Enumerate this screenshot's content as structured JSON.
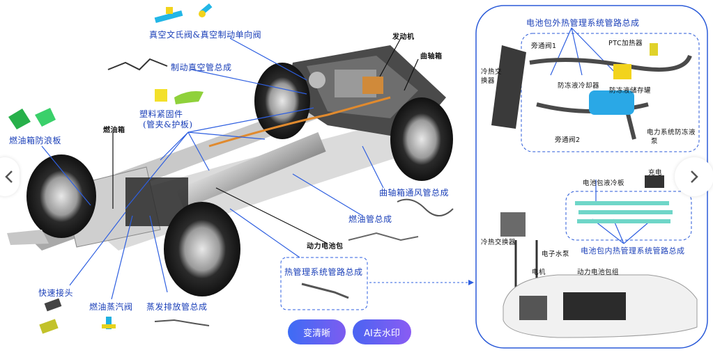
{
  "labels": {
    "vacuum_valve": "真空文氏阀&真空制动单向阀",
    "brake_vacuum_tube": "制动真空管总成",
    "plastic_fastener_1": "塑料紧固件",
    "plastic_fastener_2": "(管夹&护板)",
    "fuel_tank_baffle": "燃油箱防浪板",
    "fuel_tank": "燃油箱",
    "engine": "发动机",
    "crankshaft_box": "曲轴箱",
    "crankcase_vent": "曲轴箱通风管总成",
    "fuel_pipe": "燃油管总成",
    "power_battery": "动力电池包",
    "thermal_pipe": "热管理系统管路总成",
    "quick_connector": "快速接头",
    "fuel_vapor_valve": "燃油蒸汽阀",
    "evap_pipe": "蒸发排放管总成"
  },
  "panel": {
    "outer_title": "电池包外热管理系统管路总成",
    "cooling_exchanger": "冷热交",
    "cooling_exchanger_2": "换器",
    "bypass_1": "旁通阀1",
    "ptc_heater": "PTC加热器",
    "antifreeze_cooler": "防冻液冷却器",
    "antifreeze_tank": "防冻液储存罐",
    "bypass_2": "旁通阀2",
    "power_pump_1": "电力系统防冻液",
    "power_pump_2": "泵",
    "charger": "充电",
    "battery_cold_plate": "电池包液冷板",
    "heat_exchanger": "冷热交换器",
    "e_pump": "电子水泵",
    "inner_title": "电池包内热管理系统管路总成",
    "motor": "电机",
    "battery_pack": "动力电池包组"
  },
  "buttons": {
    "enhance": "变清晰",
    "remove_watermark": "AI去水印"
  },
  "colors": {
    "accent_blue": "#1a3fb8",
    "line_blue": "#2e5fe0",
    "panel_border": "#2a5ad8"
  }
}
